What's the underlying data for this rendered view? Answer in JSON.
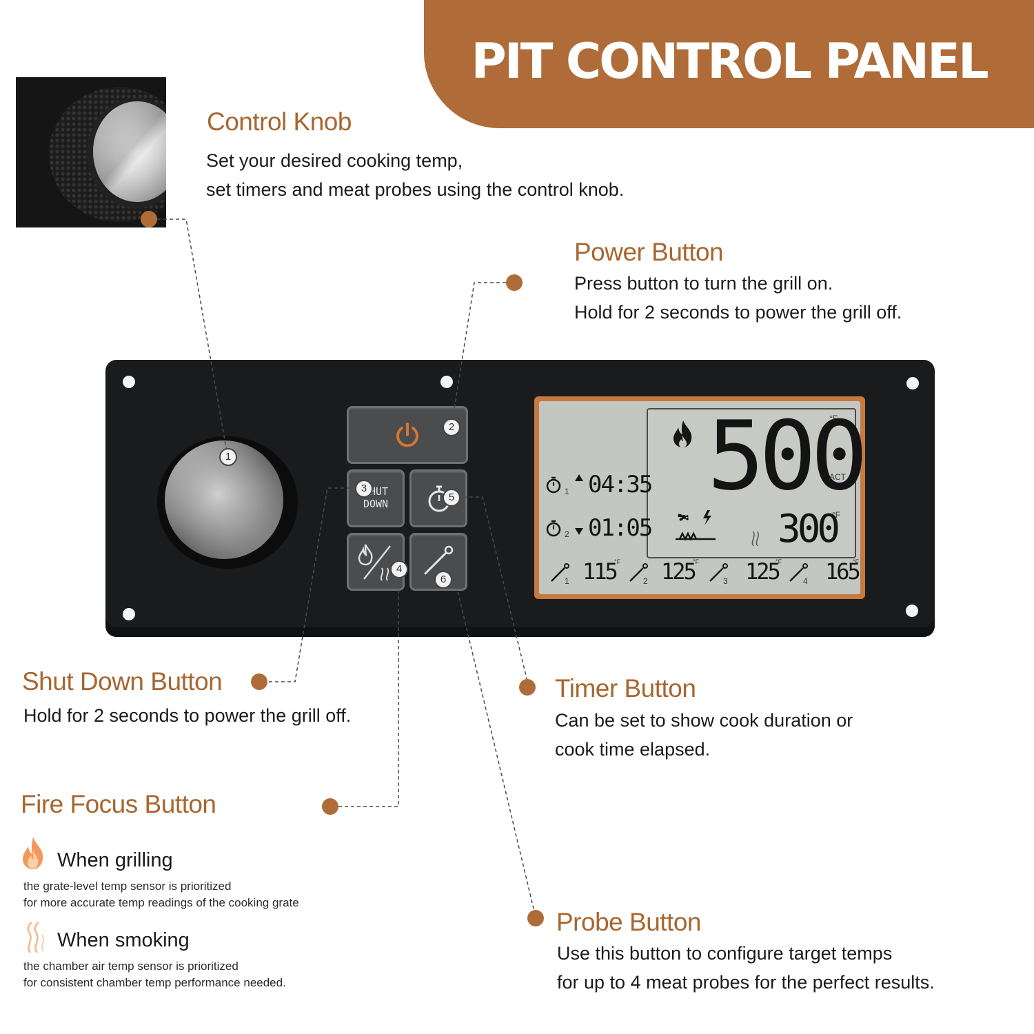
{
  "banner": {
    "title": "PIT CONTROL PANEL"
  },
  "colors": {
    "accent": "#b06c38",
    "panel": "#1a1b1d",
    "lcd": "#c3c6c1"
  },
  "callouts": {
    "control_knob": {
      "number": "1",
      "title": "Control Knob",
      "lines": [
        "Set your desired cooking temp,",
        "set timers and meat probes using the control knob."
      ]
    },
    "power_button": {
      "number": "2",
      "title": "Power Button",
      "lines": [
        "Press button to turn the grill on.",
        "Hold for 2 seconds to power the grill off."
      ]
    },
    "shut_down_button": {
      "number": "3",
      "title": "Shut Down Button",
      "lines": [
        "Hold for 2 seconds to power the grill off."
      ]
    },
    "fire_focus_button": {
      "number": "4",
      "title": "Fire Focus Button",
      "grilling": {
        "title": "When grilling",
        "icon": "flame-icon",
        "lines": [
          "the grate-level temp sensor is prioritized",
          "for more accurate temp readings of the cooking grate"
        ]
      },
      "smoking": {
        "title": "When smoking",
        "icon": "smoke-icon",
        "lines": [
          "the chamber air temp sensor is prioritized",
          "for consistent chamber temp performance needed."
        ]
      }
    },
    "timer_button": {
      "number": "5",
      "title": "Timer Button",
      "lines": [
        "Can be set to show cook duration or",
        "cook time elapsed."
      ]
    },
    "probe_button": {
      "number": "6",
      "title": "Probe Button",
      "lines": [
        "Use this button to configure target temps",
        "for up to 4 meat probes for the perfect results."
      ]
    }
  },
  "panel": {
    "shutdown_label": [
      "SHUT",
      "DOWN"
    ],
    "display": {
      "set_temp": "500",
      "set_unit": "°F",
      "act_label": "ACT",
      "actual_temp": "300",
      "actual_unit": "°F",
      "timer1": {
        "index": "1",
        "value": "04:35"
      },
      "timer2": {
        "index": "2",
        "value": "01:05"
      },
      "probes": [
        {
          "index": "1",
          "temp": "115",
          "unit": "°F"
        },
        {
          "index": "2",
          "temp": "125",
          "unit": "°F"
        },
        {
          "index": "3",
          "temp": "125",
          "unit": "°F"
        },
        {
          "index": "4",
          "temp": "165",
          "unit": "°F"
        }
      ]
    }
  }
}
